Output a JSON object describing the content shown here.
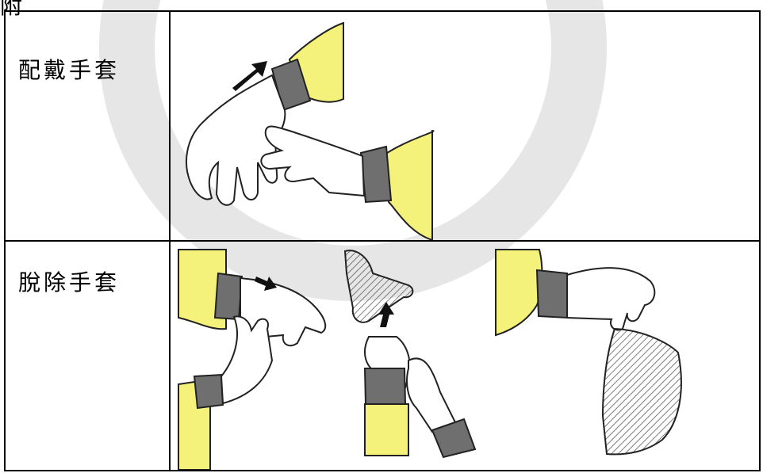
{
  "page": {
    "top_fragment": "附"
  },
  "rows": [
    {
      "label": "配戴手套",
      "illustration": "putting-on-gloves"
    },
    {
      "label": "脫除手套",
      "illustration": "removing-gloves"
    }
  ],
  "colors": {
    "sleeve": "#f4f27a",
    "cuff": "#6f6f6f",
    "arrow": "#111111",
    "watermark": "#cfcfcf"
  }
}
